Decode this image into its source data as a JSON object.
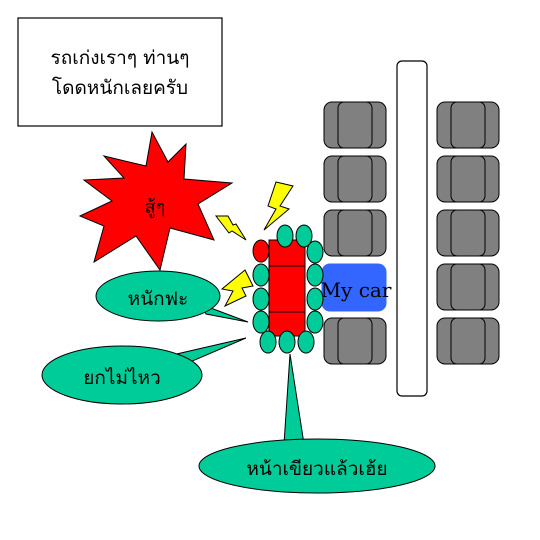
{
  "note_box": {
    "line1": "รถเก่งเราๆ ท่านๆ",
    "line2": "โดดหนักเลยครับ"
  },
  "burst": {
    "text": "สู้ๆ",
    "fill": "#ff0000"
  },
  "my_car": {
    "label": "My car",
    "fill": "#3366ff"
  },
  "callouts": {
    "heavy": "หนักฟะ",
    "cant_lift": "ยกไม่ไหว",
    "face_green": "หน้าเขียวแล้วเฮ้ย"
  },
  "colors": {
    "ant_body": "#ff0000",
    "ant": "#00cc99",
    "callout": "#00cc99",
    "lightning": "#ffff00",
    "parked_car": "#808080",
    "divider": "#ffffff"
  },
  "icons": [
    "lightning-icon",
    "starburst-shape",
    "parked-car-shape"
  ]
}
